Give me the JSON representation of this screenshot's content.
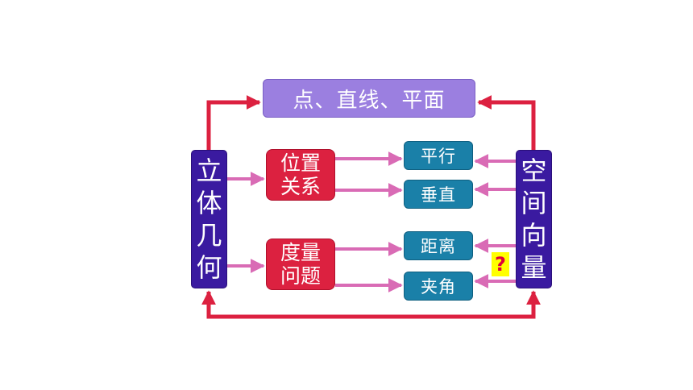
{
  "top": {
    "label": "点、直线、平面"
  },
  "left": {
    "chars": [
      "立",
      "体",
      "几",
      "何"
    ]
  },
  "right": {
    "chars": [
      "空",
      "间",
      "向",
      "量"
    ]
  },
  "middle": {
    "position": "位置\n关系",
    "measure": "度量\n问题"
  },
  "results": {
    "parallel": "平行",
    "perpendicular": "垂直",
    "distance": "距离",
    "angle": "夹角"
  },
  "question": "?",
  "colors": {
    "red_arrow": "#dc2140",
    "pink_arrow": "#d96bb5",
    "top_box": "#9b7fe0",
    "side_box": "#3a1aa0",
    "red_box": "#dc2140",
    "teal_box": "#1a80a8"
  }
}
